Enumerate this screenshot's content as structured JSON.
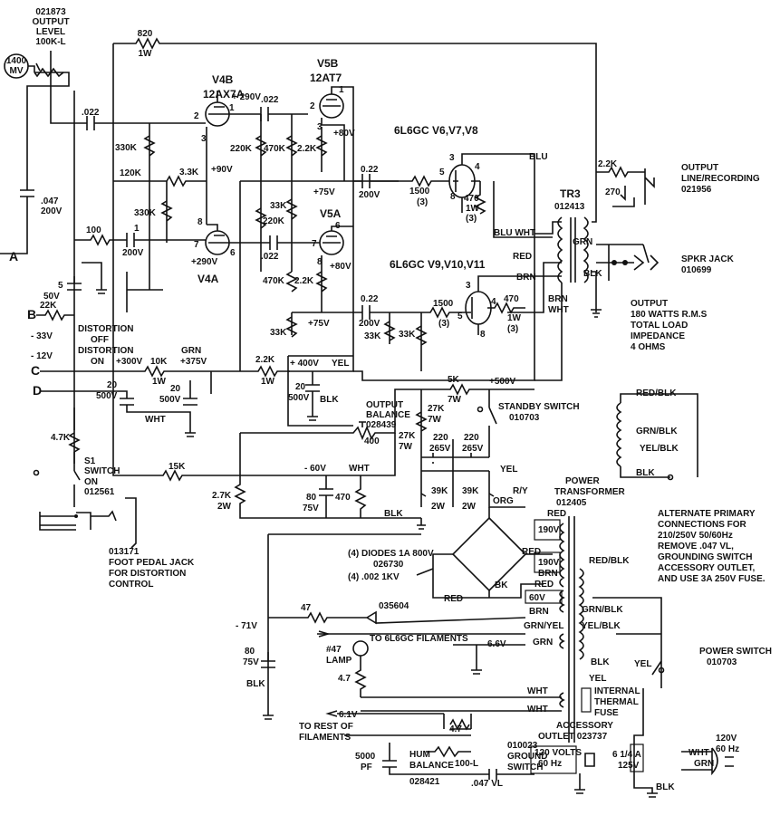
{
  "labels": {
    "out_level_code": "021873",
    "out_level_t1": "OUTPUT",
    "out_level_t2": "LEVEL",
    "out_level_val": "100K-L",
    "mv": "1400",
    "mv_unit": "MV",
    "r820": "820",
    "r820_w": "1W",
    "v4b_name": "V4B",
    "v4b_type": "12AX7A",
    "v5b_name": "V5B",
    "v5b_type": "12AT7",
    "v4a": "V4A",
    "v5a": "V5A",
    "power_tubes_a": "6L6GC V6,V7,V8",
    "power_tubes_b": "6L6GC V9,V10,V11",
    "c022a": ".022",
    "c022b": ".022",
    "c022c": ".022",
    "r330a": "330K",
    "r330b": "330K",
    "r120": "120K",
    "r33k_v4": "3.3K",
    "r220a": "220K",
    "r470a": "470K",
    "r22k_a": "2.2K",
    "r33k_a": "33K",
    "r220b": "220K",
    "r470b": "470K",
    "r22k_b": "2.2K",
    "r33k_b": "33K",
    "v290a": "+ 290V",
    "v90": "+90V",
    "v80a": "+80V",
    "v75a": "+75V",
    "v290b": "+290V",
    "v80b": "+80V",
    "v75b": "+75V",
    "c047": ".047",
    "c047v": "200V",
    "r100": "100",
    "c1": "1",
    "c1v": "200V",
    "c022d": "0.22",
    "c022dv": "200V",
    "c022e": "0.22",
    "c022ev": "200V",
    "r1500a": "1500",
    "r1500a_w": "(3)",
    "r1500b": "1500",
    "r1500b_w": "(3)",
    "r470_1w_a": "470",
    "r470_1w_a2": "1W",
    "r470_1w_a3": "(3)",
    "r470_1w_b": "470",
    "r470_1w_b2": "1W",
    "r470_1w_b3": "(3)",
    "r33k_c": "33K",
    "r33k_d": "33K",
    "tr3": "TR3",
    "tr3_code": "012413",
    "blu": "BLU",
    "blu_wht": "BLU WHT",
    "red": "RED",
    "brn": "BRN",
    "brn_wht1": "BRN",
    "brn_wht2": "WHT",
    "grn": "GRN",
    "blk": "BLK",
    "out_line1": "OUTPUT",
    "out_line2": "LINE/RECORDING",
    "out_line3": "021956",
    "r22k_out": "2.2K",
    "r270": "270",
    "spkr1": "SPKR JACK",
    "spkr2": "010699",
    "output1": "OUTPUT",
    "output2": "180 WATTS R.M.S",
    "output3": "TOTAL LOAD",
    "output4": "IMPEDANCE",
    "output5": "4 OHMS",
    "a": "A",
    "b": "B",
    "c": "C",
    "d": "D",
    "c5": "5",
    "c5v": "50V",
    "r22k_b_in": "22K",
    "v33": "- 33V",
    "v12": "- 12V",
    "dist_off1": "DISTORTION",
    "dist_off2": "OFF",
    "dist_on1": "DISTORTION",
    "dist_on2": "ON",
    "v300": "+300V",
    "r10k": "10K",
    "r10k_w": "1W",
    "grn2": "GRN",
    "v375": "+375V",
    "c20a": "20",
    "c20av": "500V",
    "c20b": "20",
    "c20bv": "500V",
    "wht": "WHT",
    "r22k_1w": "2.2K",
    "r22k_1w_w": "1W",
    "v400": "+ 400V",
    "yel": "YEL",
    "c20c": "20",
    "c20cv": "500V",
    "blk2": "BLK",
    "ob1": "OUTPUT",
    "ob2": "BALANCE",
    "ob3": "028439",
    "ob4": "400",
    "r5k": "5K",
    "r5k_w": "7W",
    "v500": "+500V",
    "r27ka": "27K",
    "r27ka_w": "7W",
    "r27kb": "27K",
    "r27kb_w": "7W",
    "standby1": "STANDBY SWITCH",
    "standby2": "010703",
    "c220a": "220",
    "c220av": "265V",
    "c220b": "220",
    "c220bv": "265V",
    "r47k": "4.7K",
    "s1": "S1",
    "s1b": "SWITCH",
    "s1c": "ON",
    "s1d": "012561",
    "r15k": "15K",
    "v60": "- 60V",
    "wht2": "WHT",
    "r27k2w": "2.7K",
    "r27k2w_w": "2W",
    "c80a": "80",
    "c80av": "75V",
    "r470c": "470",
    "blk3": "BLK",
    "fp1": "013171",
    "fp2": "FOOT PEDAL JACK",
    "fp3": "FOR DISTORTION",
    "fp4": "CONTROL",
    "r39ka": "39K",
    "r39ka_w": "2W",
    "r39kb": "39K",
    "r39kb_w": "2W",
    "yel2": "YEL",
    "ry": "R/Y",
    "org": "ORG",
    "pt1": "POWER",
    "pt2": "TRANSFORMER",
    "pt3": "012405",
    "red2": "RED",
    "v190a": "190V",
    "v190b": "190V",
    "red3": "RED",
    "red4": "RED",
    "brn2": "BRN",
    "bk": "BK",
    "red5": "RED",
    "d1": "(4)  DIODES  1A 800V",
    "d2": "026730",
    "d3": "(4)  .002  1KV",
    "v71": "- 71V",
    "r47": "47",
    "d035": "035604",
    "v60v": "60V",
    "brn3": "BRN",
    "grnyel": "GRN/YEL",
    "grn3": "GRN",
    "filaments_to": "TO 6L6GC FILAMENTS",
    "v66": "6.6V",
    "lamp1": "#47",
    "lamp2": "LAMP",
    "r47lamp": "4.7",
    "c80b": "80",
    "c80bv": "75V",
    "blk4": "BLK",
    "wht3": "WHT",
    "wht4": "WHT",
    "v61": "6.1V",
    "rest1": "TO REST OF",
    "rest2": "FILAMENTS",
    "r47b": "4.7",
    "c5000": "5000",
    "c5000u": "PF",
    "hum1": "HUM",
    "hum2": "BALANCE",
    "hum3": "028421",
    "hum_val": "100-L",
    "gs1": "010023",
    "gs2": "GROUND",
    "gs3": "SWITCH",
    "c047vl": ".047 VL",
    "acc1": "ACCESSORY",
    "acc2": "OUTLET 023737",
    "v120": "120 VOLTS",
    "hz60": "60 Hz",
    "fuse1": "6 1/4 A",
    "fuse2": "125V",
    "wht5": "WHT",
    "grn4": "GRN",
    "blk5": "BLK",
    "mains1": "120V",
    "mains2": "60 Hz",
    "tf1": "INTERNAL",
    "tf2": "THERMAL",
    "tf3": "FUSE",
    "tf_yel": "YEL",
    "yel3": "YEL",
    "redblk": "RED/BLK",
    "grnblk": "GRN/BLK",
    "yelblk": "YEL/BLK",
    "blk6": "BLK",
    "ps1": "POWER SWITCH",
    "ps2": "010703",
    "alt_redblk": "RED/BLK",
    "alt_grnblk": "GRN/BLK",
    "alt_yelblk": "YEL/BLK",
    "alt_blk": "BLK",
    "alt1": "ALTERNATE PRIMARY",
    "alt2": "CONNECTIONS FOR",
    "alt3": "210/250V 50/60Hz",
    "alt4": "REMOVE .047 VL,",
    "alt5": "GROUNDING SWITCH",
    "alt6": "ACCESSORY OUTLET,",
    "alt7": "AND USE 3A 250V FUSE."
  }
}
